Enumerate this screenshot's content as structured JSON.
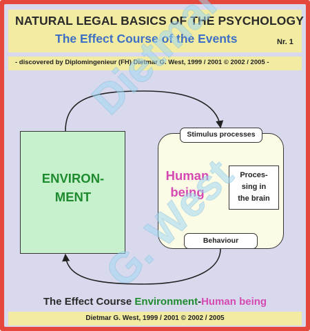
{
  "header": {
    "title": "NATURAL LEGAL BASICS OF THE PSYCHOLOGY",
    "subtitle": "The Effect Course of the Events",
    "number": "Nr. 1"
  },
  "credit": "- discovered by Diplomingenieur (FH) Dietmar G. West,  1999 / 2001 © 2002 / 2005 -",
  "watermark": {
    "line1": "Dietmar",
    "line2": "G. West"
  },
  "diagram": {
    "environment": {
      "line1": "ENVIRON-",
      "line2": "MENT"
    },
    "human_being": {
      "line1": "Human",
      "line2": "being"
    },
    "stimulus": "Stimulus processes",
    "brain": {
      "line1": "Proces-",
      "line2": "sing in",
      "line3": "the brain"
    },
    "behaviour": "Behaviour"
  },
  "effect_course": {
    "prefix": "The Effect Course ",
    "environment": "Environment",
    "dash": "-",
    "human": "Human being"
  },
  "footer": "Dietmar G. West, 1999 / 2001 © 2002 / 2005",
  "colors": {
    "frame": "#e4473c",
    "background": "#d9d9ee",
    "header_band": "#f2eba2",
    "environment": "#1f8b2f",
    "human": "#d54ab2",
    "subtitle": "#3d6fc4"
  }
}
